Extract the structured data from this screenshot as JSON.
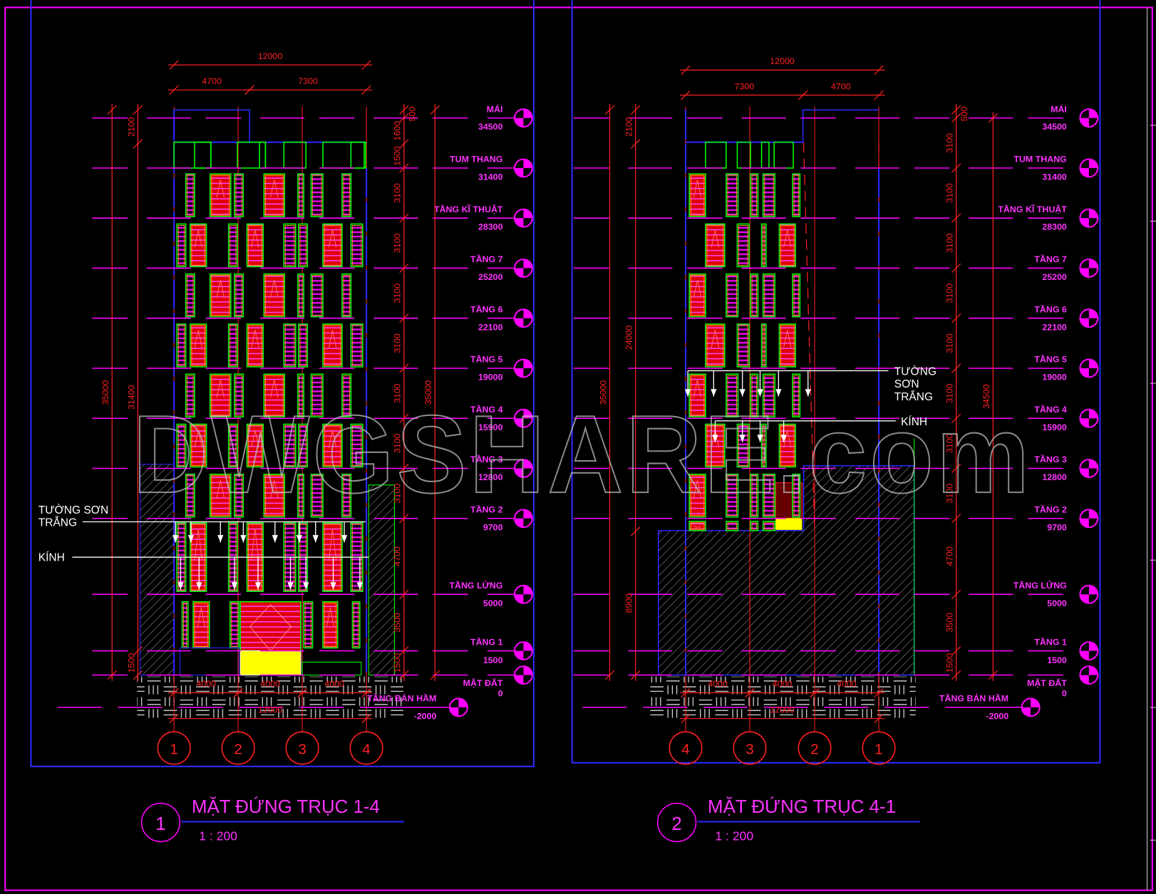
{
  "watermark": "DWGSHARE.com",
  "colors": {
    "background": "#000000",
    "level": "#ff00ff",
    "dimension": "#ff0000",
    "window_frame": "#00ff00",
    "frame": "#0000ff",
    "hatch": "#9a9a9a",
    "note": "#ffffff"
  },
  "levels": [
    {
      "name": "MÁI",
      "elevation": "34500",
      "value": 34500
    },
    {
      "name": "TUM THANG",
      "elevation": "31400",
      "value": 31400
    },
    {
      "name": "TẦNG KĨ THUẬT",
      "elevation": "28300",
      "value": 28300
    },
    {
      "name": "TẦNG 7",
      "elevation": "25200",
      "value": 25200
    },
    {
      "name": "TẦNG 6",
      "elevation": "22100",
      "value": 22100
    },
    {
      "name": "TẦNG 5",
      "elevation": "19000",
      "value": 19000
    },
    {
      "name": "TẦNG 4",
      "elevation": "15900",
      "value": 15900
    },
    {
      "name": "TẦNG 3",
      "elevation": "12800",
      "value": 12800
    },
    {
      "name": "TẦNG 2",
      "elevation": "9700",
      "value": 9700
    },
    {
      "name": "TẦNG LỬNG",
      "elevation": "5000",
      "value": 5000
    },
    {
      "name": "TẦNG 1",
      "elevation": "1500",
      "value": 1500
    },
    {
      "name": "MẶT ĐẤT",
      "elevation": "0",
      "value": 0
    },
    {
      "name": "TẦNG BÁN HẦM",
      "elevation": "-2000",
      "value": -2000
    }
  ],
  "drawings": [
    {
      "number": "1",
      "title": "MẶT ĐỨNG TRỤC  1-4",
      "scale": "1 : 200",
      "axes": [
        "1",
        "2",
        "3",
        "4"
      ],
      "dim_top_total": "12000",
      "dim_top_parts": [
        "4700",
        "7300"
      ],
      "dim_bottom_parts": [
        "4000",
        "4000",
        "4000"
      ],
      "dim_bottom_total": "12000",
      "dims_right_chain": [
        "500",
        "1600",
        "1500",
        "3100",
        "3100",
        "3100",
        "3100",
        "3100",
        "3100",
        "3100",
        "4700",
        "3500",
        "1500"
      ],
      "dims_right_total": "35000",
      "dims_left_chain": [
        "2100",
        "31400",
        "1500"
      ],
      "dims_left_total": "35000",
      "notes": {
        "wall": [
          "TƯỜNG SƠN",
          "TRẮNG"
        ],
        "glass": "KÍNH"
      }
    },
    {
      "number": "2",
      "title": "MẶT ĐỨNG TRỤC 4-1",
      "scale": "1 : 200",
      "axes": [
        "4",
        "3",
        "2",
        "1"
      ],
      "dim_top_total": "12000",
      "dim_top_parts": [
        "7300",
        "4700"
      ],
      "dim_bottom_parts": [
        "4000",
        "4000",
        "4000"
      ],
      "dim_bottom_total": "12000",
      "dims_right_chain": [
        "500",
        "3100",
        "3100",
        "3100",
        "3100",
        "3100",
        "3100",
        "3100",
        "3100",
        "4700",
        "3500",
        "1500"
      ],
      "dims_right_total": "34500",
      "dims_left_chain": [
        "2100",
        "24000",
        "8900"
      ],
      "dims_left_total": "35000",
      "notes": {
        "wall": [
          "TƯỜNG",
          "SƠN",
          "TRẮNG"
        ],
        "glass": "KÍNH"
      }
    }
  ]
}
